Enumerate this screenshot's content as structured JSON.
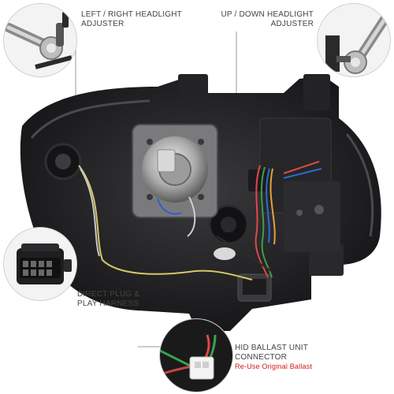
{
  "labels": {
    "lr_adjuster": {
      "line1": "LEFT / RIGHT HEADLIGHT",
      "line2": "ADJUSTER"
    },
    "ud_adjuster": {
      "line1": "UP / DOWN HEADLIGHT",
      "line2": "ADJUSTER"
    },
    "harness": {
      "line1": "DIRECT PLUG &",
      "line2": "PLAY HARNESS"
    },
    "ballast": {
      "line1": "HID BALLAST UNIT",
      "line2": "CONNECTOR",
      "note": "Re-Use Original Ballast"
    }
  },
  "colors": {
    "housing": "#1e1e20",
    "housing_highlight": "#3a3a3c",
    "leader_line": "#9a9a9a",
    "accent_red": "#d11a1a"
  },
  "icons": [
    "ratchet-wrench-icon",
    "harness-plug-icon",
    "ballast-connector-icon"
  ]
}
